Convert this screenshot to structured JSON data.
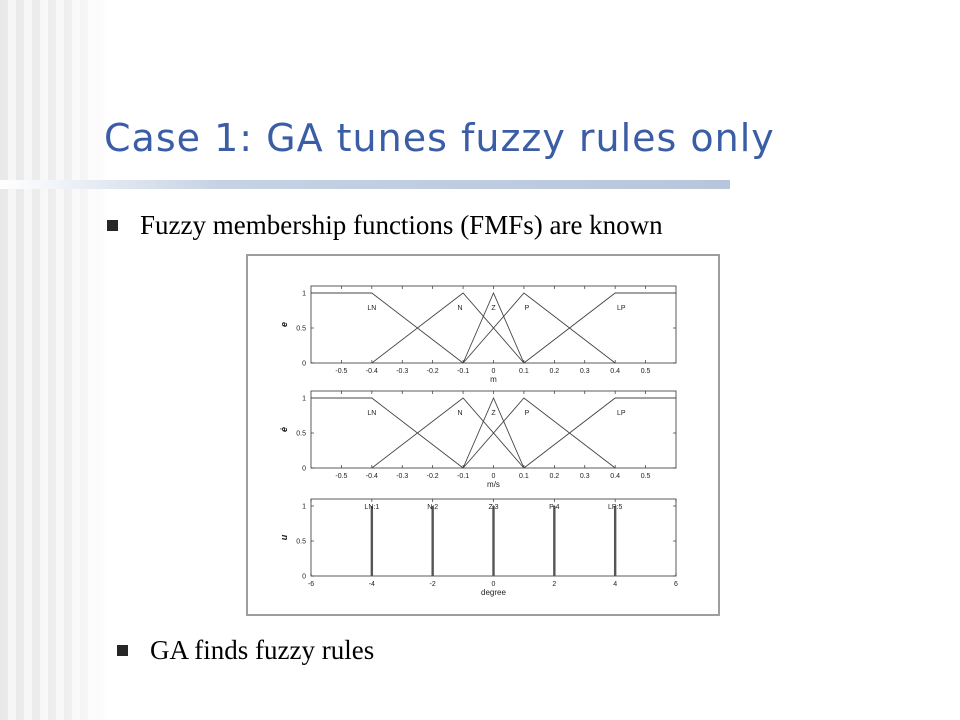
{
  "slide": {
    "title": "Case 1: GA tunes fuzzy rules only",
    "bullets": [
      "Fuzzy membership functions (FMFs) are known",
      "GA finds fuzzy rules"
    ]
  },
  "chart_data": [
    {
      "type": "line",
      "xlabel": "m",
      "ylabel": "e",
      "xlim": [
        -0.6,
        0.6
      ],
      "ylim": [
        0,
        1.1
      ],
      "xticks": [
        -0.5,
        -0.4,
        -0.3,
        -0.2,
        -0.1,
        0,
        0.1,
        0.2,
        0.3,
        0.4,
        0.5
      ],
      "yticks": [
        0,
        0.5,
        1
      ],
      "series": [
        {
          "name": "LN",
          "x": [
            -0.6,
            -0.4,
            -0.1
          ],
          "y": [
            1,
            1,
            0
          ]
        },
        {
          "name": "N",
          "x": [
            -0.4,
            -0.1,
            0.1
          ],
          "y": [
            0,
            1,
            0
          ]
        },
        {
          "name": "Z",
          "x": [
            -0.1,
            0,
            0.1
          ],
          "y": [
            0,
            1,
            0
          ]
        },
        {
          "name": "P",
          "x": [
            -0.1,
            0.1,
            0.4
          ],
          "y": [
            0,
            1,
            0
          ]
        },
        {
          "name": "LP",
          "x": [
            0.1,
            0.4,
            0.6
          ],
          "y": [
            0,
            1,
            1
          ]
        }
      ],
      "labels": [
        {
          "text": "LN",
          "x": -0.4,
          "y": 0.8
        },
        {
          "text": "N",
          "x": -0.11,
          "y": 0.8
        },
        {
          "text": "Z",
          "x": 0.0,
          "y": 0.8
        },
        {
          "text": "P",
          "x": 0.11,
          "y": 0.8
        },
        {
          "text": "LP",
          "x": 0.42,
          "y": 0.8
        }
      ]
    },
    {
      "type": "line",
      "xlabel": "m/s",
      "ylabel": "ė",
      "xlim": [
        -0.6,
        0.6
      ],
      "ylim": [
        0,
        1.1
      ],
      "xticks": [
        -0.5,
        -0.4,
        -0.3,
        -0.2,
        -0.1,
        0,
        0.1,
        0.2,
        0.3,
        0.4,
        0.5
      ],
      "yticks": [
        0,
        0.5,
        1
      ],
      "series": [
        {
          "name": "LN",
          "x": [
            -0.6,
            -0.4,
            -0.1
          ],
          "y": [
            1,
            1,
            0
          ]
        },
        {
          "name": "N",
          "x": [
            -0.4,
            -0.1,
            0.1
          ],
          "y": [
            0,
            1,
            0
          ]
        },
        {
          "name": "Z",
          "x": [
            -0.1,
            0,
            0.1
          ],
          "y": [
            0,
            1,
            0
          ]
        },
        {
          "name": "P",
          "x": [
            -0.1,
            0.1,
            0.4
          ],
          "y": [
            0,
            1,
            0
          ]
        },
        {
          "name": "LP",
          "x": [
            0.1,
            0.4,
            0.6
          ],
          "y": [
            0,
            1,
            1
          ]
        }
      ],
      "labels": [
        {
          "text": "LN",
          "x": -0.4,
          "y": 0.8
        },
        {
          "text": "N",
          "x": -0.11,
          "y": 0.8
        },
        {
          "text": "Z",
          "x": 0.0,
          "y": 0.8
        },
        {
          "text": "P",
          "x": 0.11,
          "y": 0.8
        },
        {
          "text": "LP",
          "x": 0.42,
          "y": 0.8
        }
      ]
    },
    {
      "type": "bar",
      "xlabel": "degree",
      "ylabel": "u",
      "xlim": [
        -6,
        6
      ],
      "ylim": [
        0,
        1.1
      ],
      "xticks": [
        -6,
        -4,
        -2,
        0,
        2,
        4,
        6
      ],
      "yticks": [
        0,
        0.5,
        1
      ],
      "spikes": [
        {
          "label": "LN:1",
          "x": -4,
          "y": 1
        },
        {
          "label": "N:2",
          "x": -2,
          "y": 1
        },
        {
          "label": "Z:3",
          "x": 0,
          "y": 1
        },
        {
          "label": "P:4",
          "x": 2,
          "y": 1
        },
        {
          "label": "LP:5",
          "x": 4,
          "y": 1
        }
      ]
    }
  ]
}
